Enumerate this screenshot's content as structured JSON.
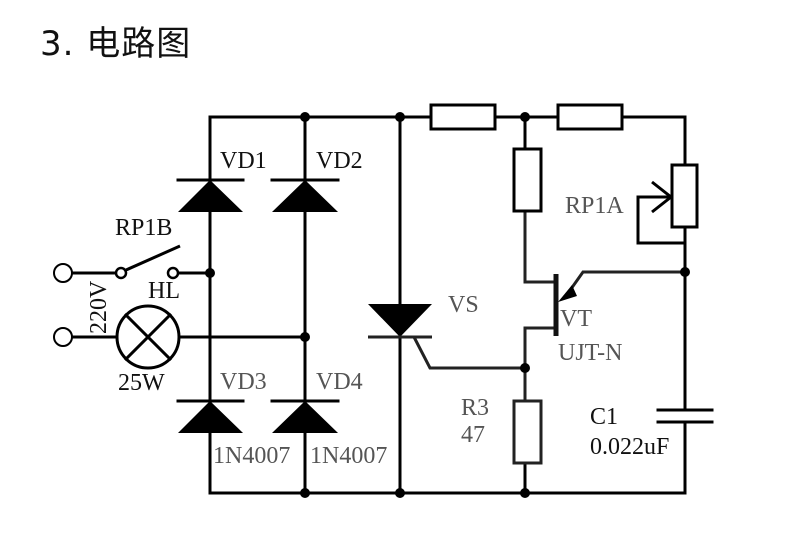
{
  "title": "3. 电路图",
  "labels": {
    "vd1": "VD1",
    "vd2": "VD2",
    "vd3": "VD3",
    "vd4": "VD4",
    "vd3_part": "1N4007",
    "vd4_part": "1N4007",
    "rp1b": "RP1B",
    "rp1a": "RP1A",
    "hl": "HL",
    "voltage": "220V",
    "lamp_power": "25W",
    "vs": "VS",
    "vt": "VT",
    "vt_type": "UJT-N",
    "r3": "R3",
    "r3_value": "47",
    "c1": "C1",
    "c1_value": "0.022uF"
  },
  "components": [
    {
      "id": "VD1",
      "type": "diode"
    },
    {
      "id": "VD2",
      "type": "diode"
    },
    {
      "id": "VD3",
      "type": "diode",
      "part": "1N4007"
    },
    {
      "id": "VD4",
      "type": "diode",
      "part": "1N4007"
    },
    {
      "id": "RP1B",
      "type": "switch"
    },
    {
      "id": "HL",
      "type": "lamp",
      "rating": "25W"
    },
    {
      "id": "VS",
      "type": "thyristor"
    },
    {
      "id": "VT",
      "type": "unijunction-transistor",
      "model": "UJT-N"
    },
    {
      "id": "RP1A",
      "type": "potentiometer"
    },
    {
      "id": "R3",
      "type": "resistor",
      "value": "47"
    },
    {
      "id": "C1",
      "type": "capacitor",
      "value": "0.022uF"
    }
  ],
  "colors": {
    "wire": "#000000",
    "background": "#ffffff"
  }
}
